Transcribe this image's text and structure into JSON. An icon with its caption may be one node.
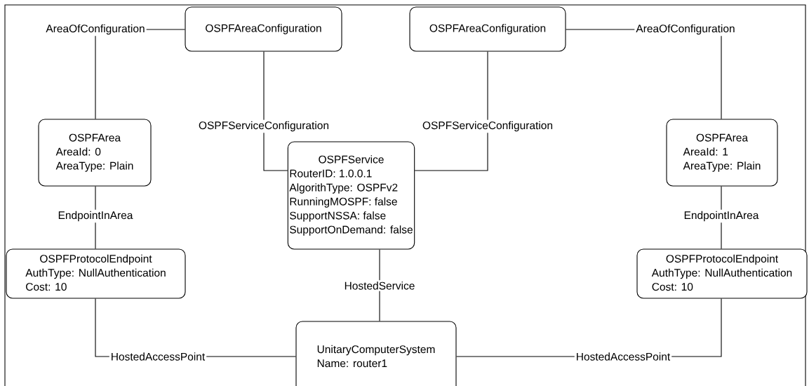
{
  "diagram": {
    "nodes": [
      {
        "text": [
          "OSPFAreaConfiguration"
        ]
      },
      {
        "text": [
          "OSPFAreaConfiguration"
        ]
      },
      {
        "text": [
          "OSPFArea",
          "AreaId: 0",
          "AreaType: Plain"
        ]
      },
      {
        "text": [
          "OSPFService",
          "RouterID: 1.0.0.1",
          "AlgorithType: OSPFv2",
          "RunningMOSPF: false",
          "SupportNSSA: false",
          "SupportOnDemand: false"
        ]
      },
      {
        "text": [
          "OSPFArea",
          "AreaId: 1",
          "AreaType: Plain"
        ]
      },
      {
        "text": [
          "OSPFProtocolEndpoint",
          "AuthType: NullAuthentication",
          "Cost: 10"
        ]
      },
      {
        "text": [
          "OSPFProtocolEndpoint",
          "AuthType: NullAuthentication",
          "Cost: 10"
        ]
      },
      {
        "text": [
          "UnitaryComputerSystem",
          "Name: router1"
        ]
      }
    ],
    "edges": [
      {
        "from": 0,
        "to": 2,
        "arrow": "none",
        "label": "AreaOfConfiguration"
      },
      {
        "from": 0,
        "to": 3,
        "arrow": "none",
        "label": "OSPFServiceConfiguration"
      },
      {
        "from": 1,
        "to": 3,
        "arrow": "none",
        "label": "OSPFServiceConfiguration"
      },
      {
        "from": 1,
        "to": 4,
        "arrow": "none",
        "label": "AreaOfConfiguration"
      },
      {
        "from": 2,
        "to": 5,
        "arrow": "none",
        "label": "EndpointInArea"
      },
      {
        "from": 4,
        "to": 6,
        "arrow": "none",
        "label": "EndpointInArea"
      },
      {
        "from": 3,
        "to": 7,
        "arrow": "none",
        "label": "HostedService"
      },
      {
        "from": 5,
        "to": 7,
        "arrow": "none",
        "label": "HostedAccessPoint"
      },
      {
        "from": 6,
        "to": 7,
        "arrow": "none",
        "label": "HostedAccessPoint"
      }
    ]
  }
}
